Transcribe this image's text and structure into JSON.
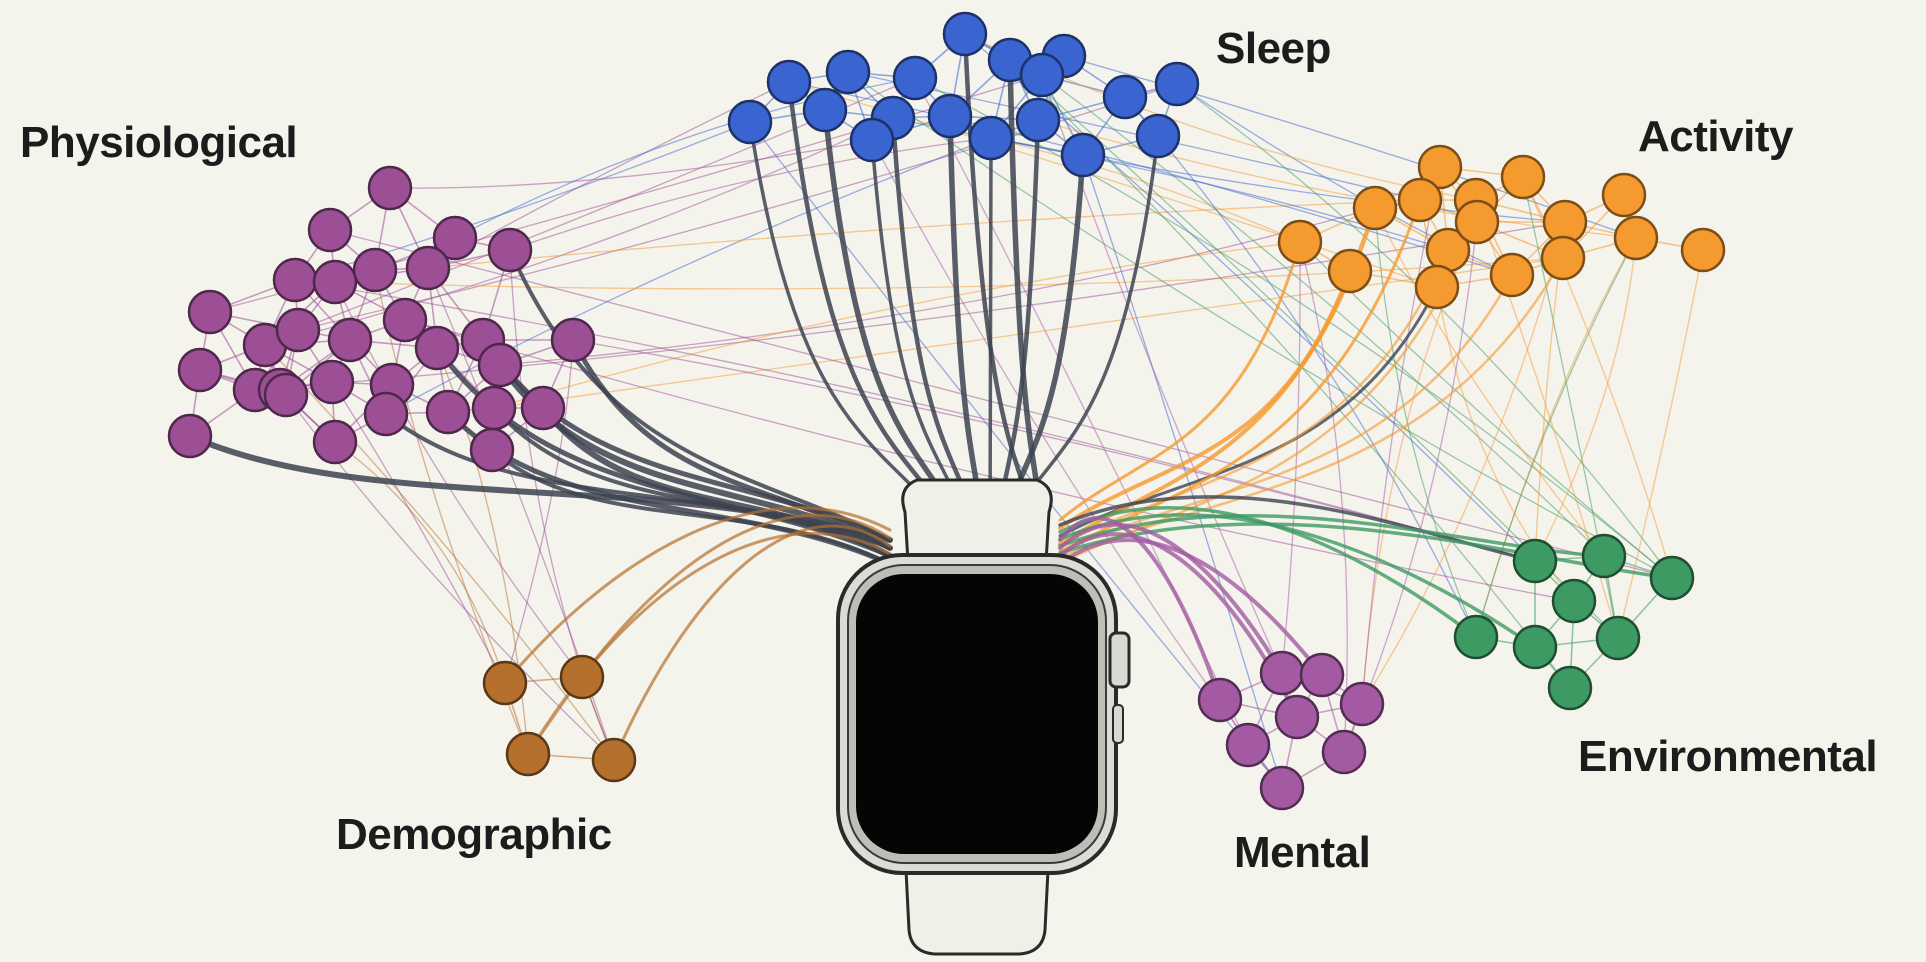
{
  "labels": {
    "physiological": "Physiological",
    "sleep": "Sleep",
    "activity": "Activity",
    "demographic": "Demographic",
    "mental": "Mental",
    "environmental": "Environmental"
  },
  "colors": {
    "background": "#f4f3ec",
    "physiological": "#9c4f95",
    "sleep": "#3a64cf",
    "activity": "#f59a2e",
    "demographic": "#b4702c",
    "mental": "#a35aa3",
    "environmental": "#3d9a63",
    "hub_link": "#3c4250",
    "watch_screen": "#050505",
    "watch_case": "#e4e3dc",
    "watch_band": "#f0efe8"
  },
  "center_device": "smartwatch"
}
